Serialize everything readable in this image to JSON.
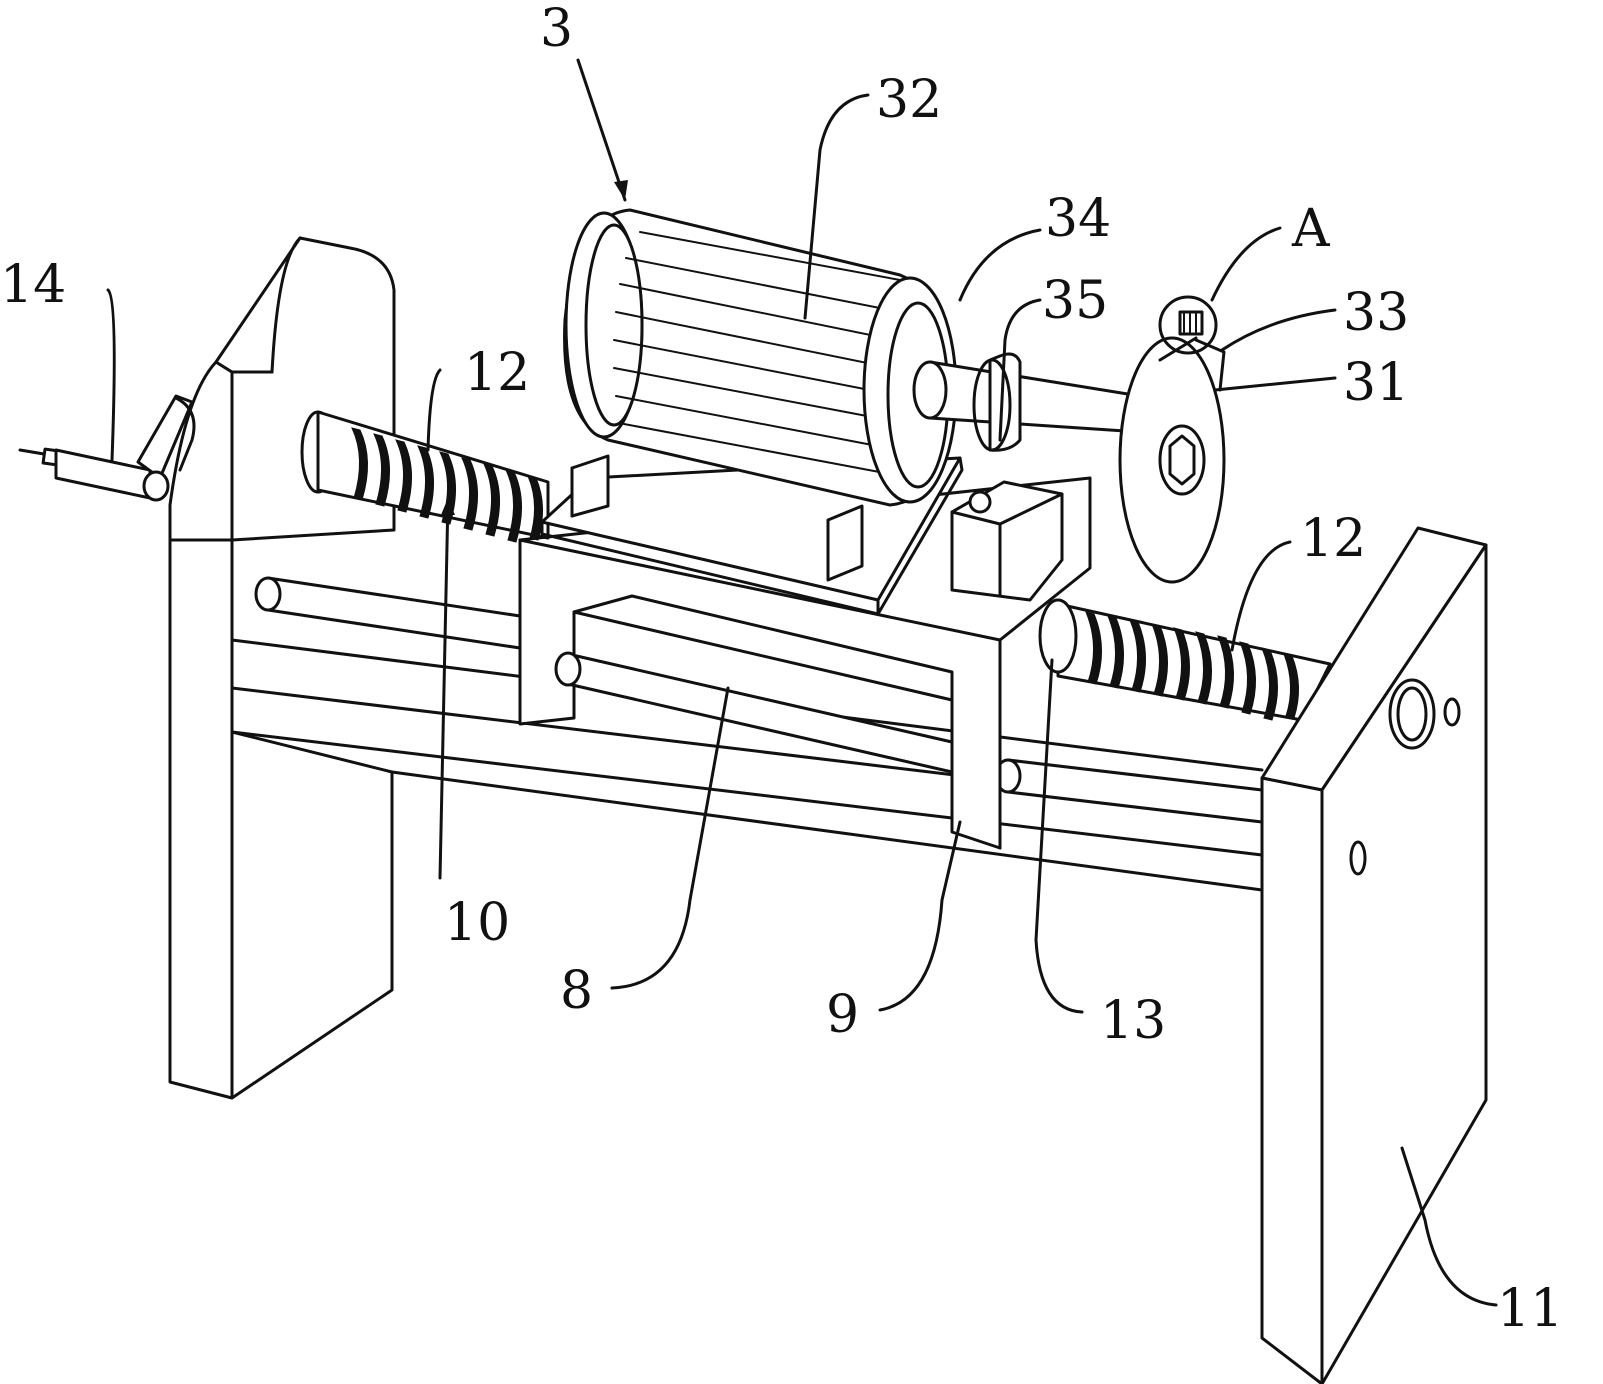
{
  "figure": {
    "labels": {
      "l3": "3",
      "l32": "32",
      "l34": "34",
      "l35": "35",
      "lA": "A",
      "l33": "33",
      "l31": "31",
      "l14": "14",
      "l12_left": "12",
      "l12_right": "12",
      "l10": "10",
      "l8": "8",
      "l9": "9",
      "l13": "13",
      "l11": "11"
    }
  }
}
